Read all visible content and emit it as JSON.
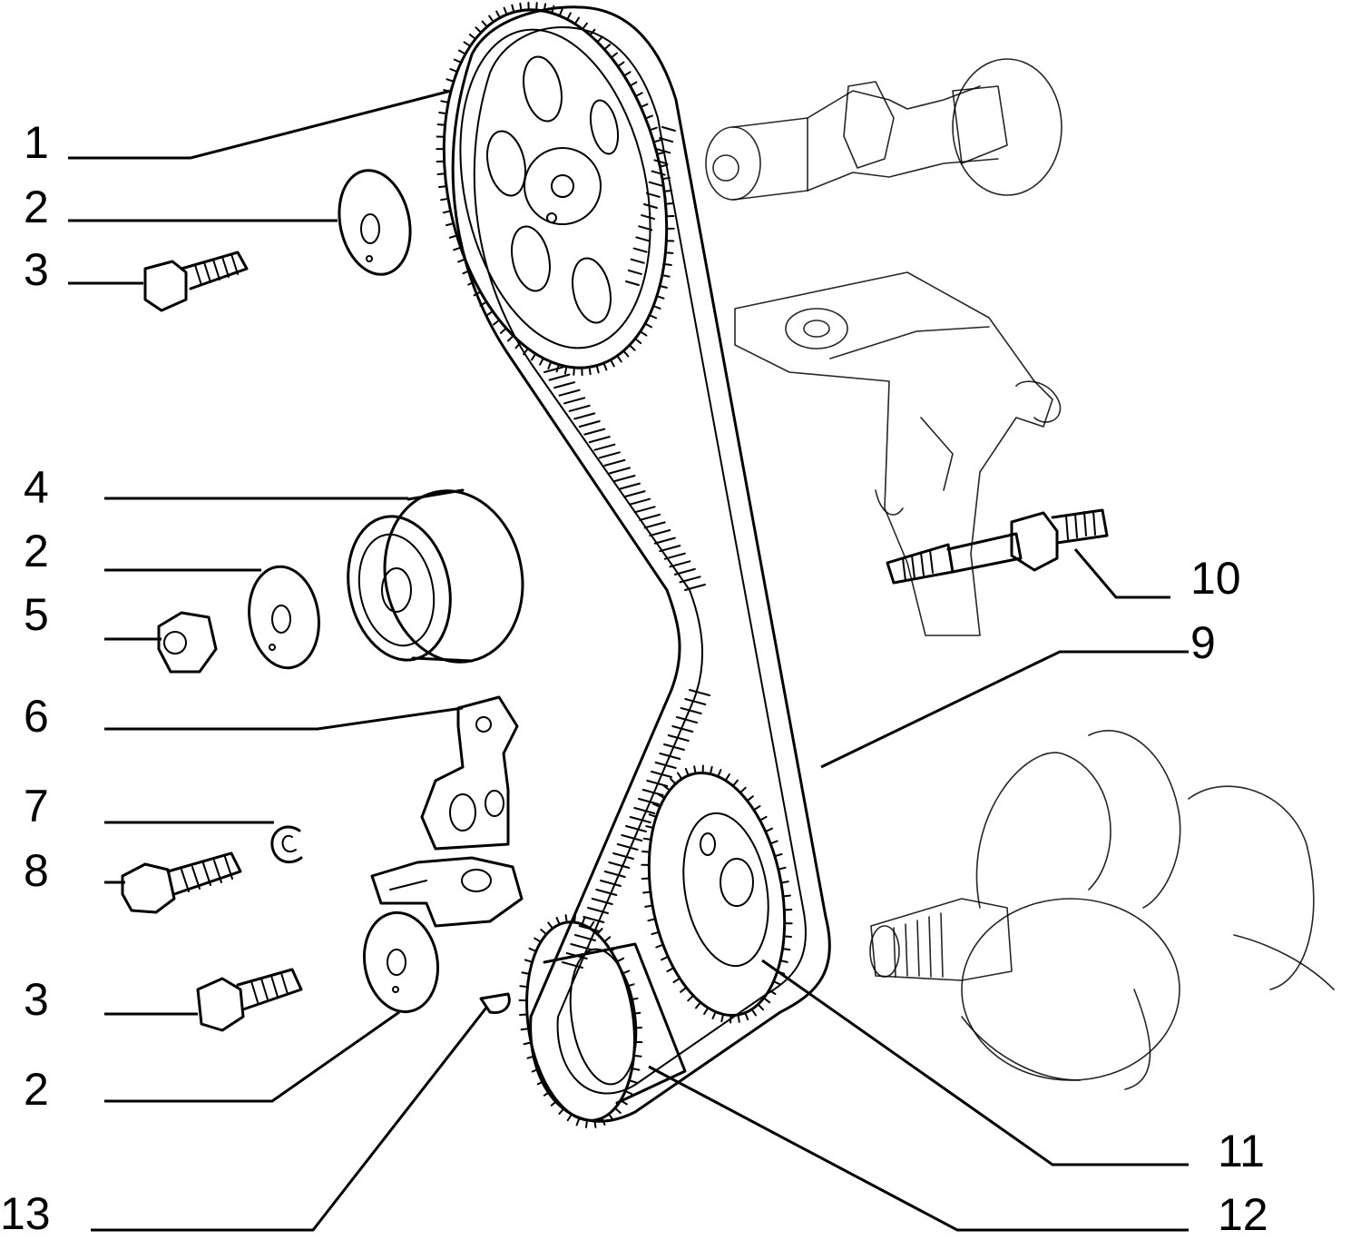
{
  "callouts": {
    "c1": "1",
    "c2a": "2",
    "c3a": "3",
    "c4": "4",
    "c2b": "2",
    "c5": "5",
    "c6": "6",
    "c7": "7",
    "c8": "8",
    "c3b": "3",
    "c2c": "2",
    "c13": "13",
    "c10": "10",
    "c9": "9",
    "c11": "11",
    "c12": "12"
  }
}
